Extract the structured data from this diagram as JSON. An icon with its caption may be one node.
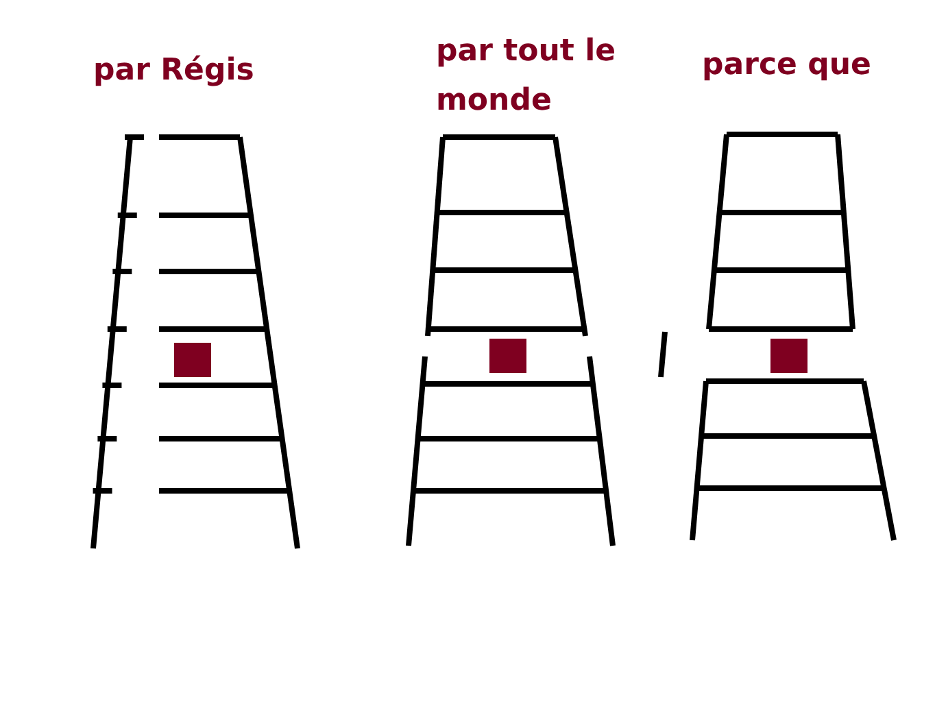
{
  "diagram": {
    "labels": [
      "par Régis",
      "par tout le monde",
      "parce que"
    ]
  }
}
